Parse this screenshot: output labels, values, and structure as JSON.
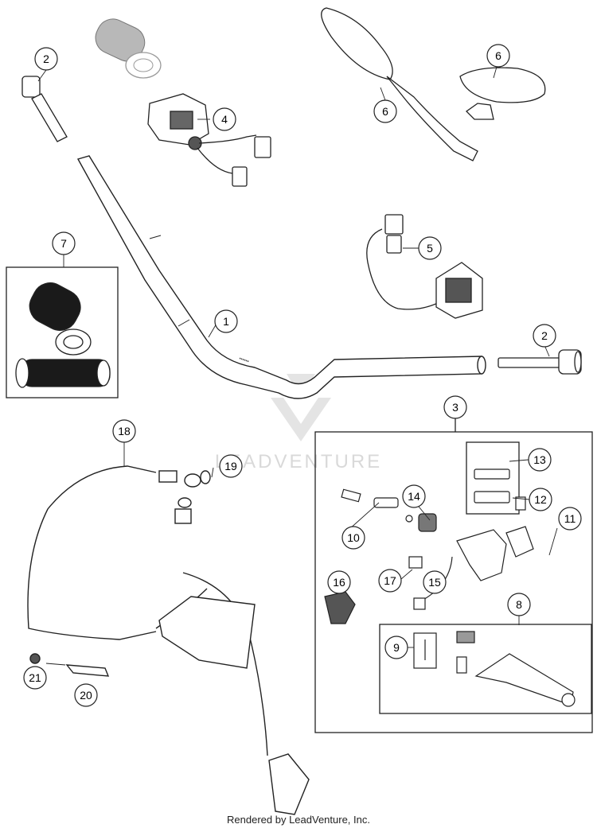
{
  "callouts": {
    "c1": "1",
    "c2a": "2",
    "c2b": "2",
    "c3": "3",
    "c4": "4",
    "c5": "5",
    "c6a": "6",
    "c6b": "6",
    "c7": "7",
    "c8": "8",
    "c9": "9",
    "c10": "10",
    "c11": "11",
    "c12": "12",
    "c13": "13",
    "c14": "14",
    "c15": "15",
    "c16": "16",
    "c17": "17",
    "c18": "18",
    "c19": "19",
    "c20": "20",
    "c21": "21"
  },
  "watermark": "LEADVENTURE",
  "footer": "Rendered by LeadVenture, Inc."
}
